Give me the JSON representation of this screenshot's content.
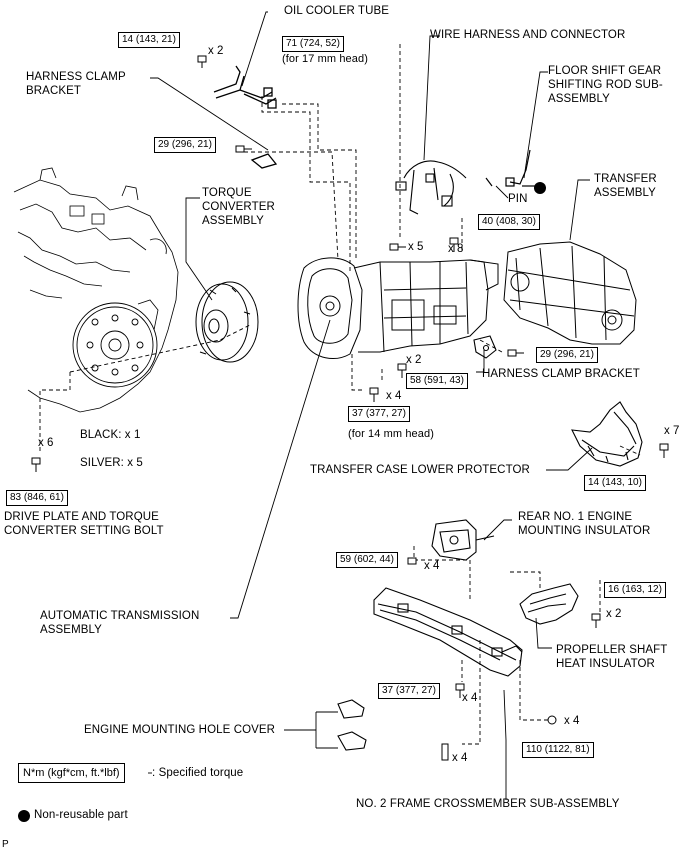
{
  "labels": {
    "oil_cooler_tube": "OIL COOLER TUBE",
    "wire_harness": "WIRE HARNESS AND CONNECTOR",
    "harness_clamp_bracket_top": "HARNESS CLAMP\nBRACKET",
    "floor_shift_rod": "FLOOR SHIFT GEAR\nSHIFTING ROD SUB-\nASSEMBLY",
    "transfer_assembly": "TRANSFER\nASSEMBLY",
    "pin": "PIN",
    "torque_converter": "TORQUE\nCONVERTER\nASSEMBLY",
    "harness_clamp_bracket_right": "HARNESS CLAMP BRACKET",
    "black_x1": "BLACK: x 1",
    "silver_x5": "SILVER: x 5",
    "transfer_case_lower_protector": "TRANSFER CASE LOWER PROTECTOR",
    "drive_plate_bolt": "DRIVE PLATE AND TORQUE\nCONVERTER SETTING BOLT",
    "rear_engine_mount": "REAR NO. 1 ENGINE\nMOUNTING INSULATOR",
    "automatic_transmission": "AUTOMATIC TRANSMISSION\nASSEMBLY",
    "propeller_shaft_heat_insulator": "PROPELLER SHAFT\nHEAT INSULATOR",
    "engine_mounting_hole_cover": "ENGINE MOUNTING HOLE COVER",
    "no2_frame_crossmember": "NO. 2 FRAME CROSSMEMBER SUB-ASSEMBLY",
    "for_17mm_head": "(for 17 mm head)",
    "for_14mm_head": "(for 14 mm head)"
  },
  "torques": {
    "oil_cooler": "14 (143, 21)",
    "head_17mm": "71 (724, 52)",
    "clamp_bracket_top": "29 (296, 21)",
    "transfer_bolts": "40 (408, 30)",
    "clamp_bracket_right": "29 (296, 21)",
    "trans_58": "58 (591, 43)",
    "trans_37": "37 (377, 27)",
    "drive_plate": "83 (846, 61)",
    "lower_protector": "14 (143, 10)",
    "rear_mount": "59 (602, 44)",
    "heat_insulator": "16 (163, 12)",
    "crossmember_37": "37 (377, 27)",
    "crossmember_110": "110 (1122, 81)"
  },
  "quantities": {
    "oil_cooler": "x 2",
    "trans_top": "x 5",
    "transfer_bolts": "x 8",
    "trans_x2": "x 2",
    "trans_x4": "x 4",
    "drive_plate": "x 6",
    "lower_protector": "x 7",
    "rear_mount": "x 4",
    "heat_insulator": "x 2",
    "crossmember_37": "x 4",
    "crossmember_110": "x 4",
    "crossmember_bottom": "x 4"
  },
  "legend": {
    "units": "N*m (kgf*cm, ft.*lbf)",
    "specified_torque": ": Specified torque",
    "non_reusable": "Non-reusable part",
    "code": "P"
  }
}
